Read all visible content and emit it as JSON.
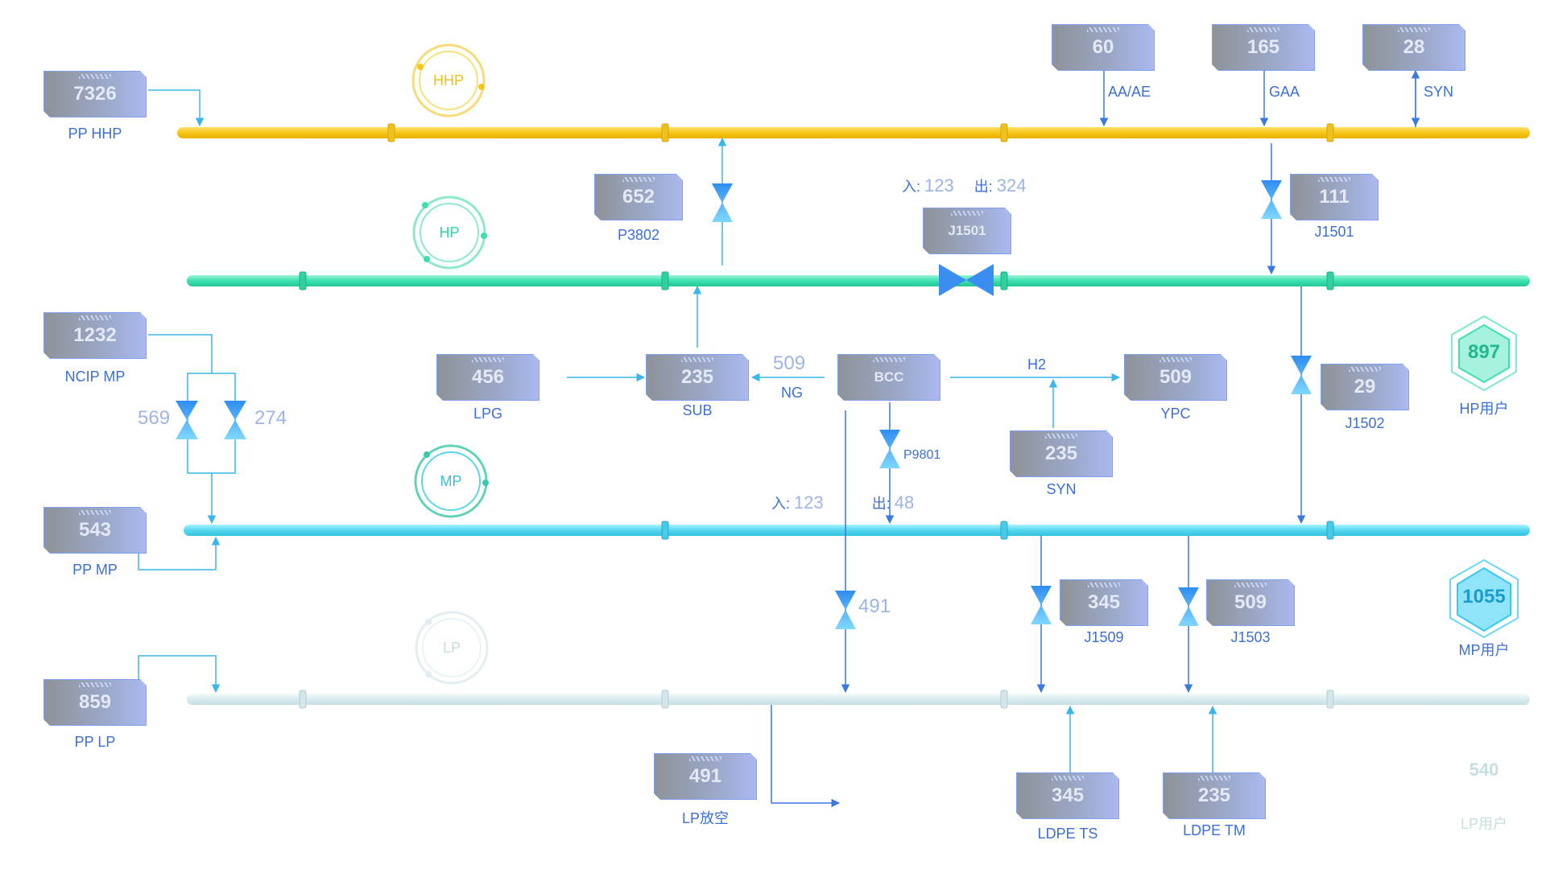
{
  "headers": {
    "hhp": "HHP",
    "hp": "HP",
    "mp": "MP",
    "lp": "LP"
  },
  "nodes": {
    "pp_hhp": {
      "value": "7326",
      "label": "PP HHP"
    },
    "ncip_mp": {
      "value": "1232",
      "label": "NCIP MP"
    },
    "pp_mp": {
      "value": "543",
      "label": "PP MP"
    },
    "pp_lp": {
      "value": "859",
      "label": "PP LP"
    },
    "aa_ae": {
      "value": "60",
      "label": "AA/AE"
    },
    "gaa": {
      "value": "165",
      "label": "GAA"
    },
    "syn_top": {
      "value": "28",
      "label": "SYN"
    },
    "p3802": {
      "value": "652",
      "label": "P3802"
    },
    "j1501_box": {
      "value": "J1501"
    },
    "j1501_right": {
      "value": "111",
      "label": "J1501"
    },
    "lpg": {
      "value": "456",
      "label": "LPG"
    },
    "sub": {
      "value": "235",
      "label": "SUB"
    },
    "bcc": {
      "value": "BCC"
    },
    "ypc": {
      "value": "509",
      "label": "YPC"
    },
    "syn_mid": {
      "value": "235",
      "label": "SYN"
    },
    "j1502": {
      "value": "29",
      "label": "J1502"
    },
    "j1509": {
      "value": "345",
      "label": "J1509"
    },
    "j1503": {
      "value": "509",
      "label": "J1503"
    },
    "lp_vent": {
      "value": "491",
      "label": "LP放空"
    },
    "ldpe_ts": {
      "value": "345",
      "label": "LDPE TS"
    },
    "ldpe_tm": {
      "value": "235",
      "label": "LDPE TM"
    }
  },
  "flow_labels": {
    "ng_value": "509",
    "ng_label": "NG",
    "h2_label": "H2",
    "p9801_label": "P9801",
    "valve_569": "569",
    "valve_274": "274",
    "valve_491": "491"
  },
  "balance_hp": {
    "in_label": "入:",
    "in_value": "123",
    "out_label": "出:",
    "out_value": "324"
  },
  "balance_mp": {
    "in_label": "入:",
    "in_value": "123",
    "out_label": "出:",
    "out_value": "48"
  },
  "users": {
    "hp": {
      "value": "897",
      "label": "HP用户"
    },
    "mp": {
      "value": "1055",
      "label": "MP用户"
    },
    "lp": {
      "value": "540",
      "label": "LP用户"
    }
  },
  "colors": {
    "hhp": "#f5c518",
    "hp": "#3ee0b0",
    "mp": "#56d7f0",
    "lp": "#d9ecef",
    "line": "#3a7ae0"
  }
}
